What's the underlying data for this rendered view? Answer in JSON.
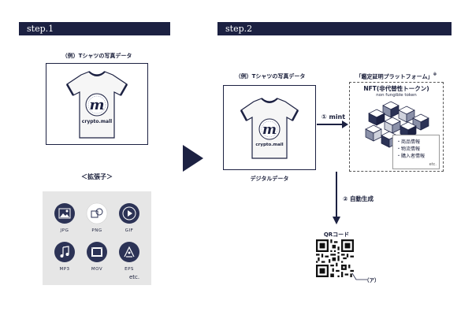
{
  "steps": {
    "step1": "step.1",
    "step2": "step.2"
  },
  "step1": {
    "photo_caption": "（例）Tシャツの写真データ",
    "tshirt_text": "crypto.mall",
    "ext_title": "＜拡張子＞",
    "formats": [
      "JPG",
      "PNG",
      "GIF",
      "MP3",
      "MOV",
      "EPS"
    ],
    "etc": "etc."
  },
  "step2": {
    "photo_caption": "（例）Tシャツの写真データ",
    "digital_caption": "デジタルデータ",
    "mint_label": "① mint",
    "auto_label": "② 自動生成",
    "platform_title": "「鑑定証明プラットフォーム」",
    "platform_mark": "※",
    "nft_title": "NFT(非代替性トークン)",
    "nft_sub": "non fungible token",
    "info_items": [
      "・商品情報",
      "・物流情報",
      "・購入者情報"
    ],
    "info_etc": "etc.",
    "qr_label": "QRコード",
    "qr_tag": "（ア）"
  },
  "colors": {
    "navy": "#1c2142",
    "panel_gray": "#e6e6e6",
    "icon_bg": "#2c3356"
  }
}
